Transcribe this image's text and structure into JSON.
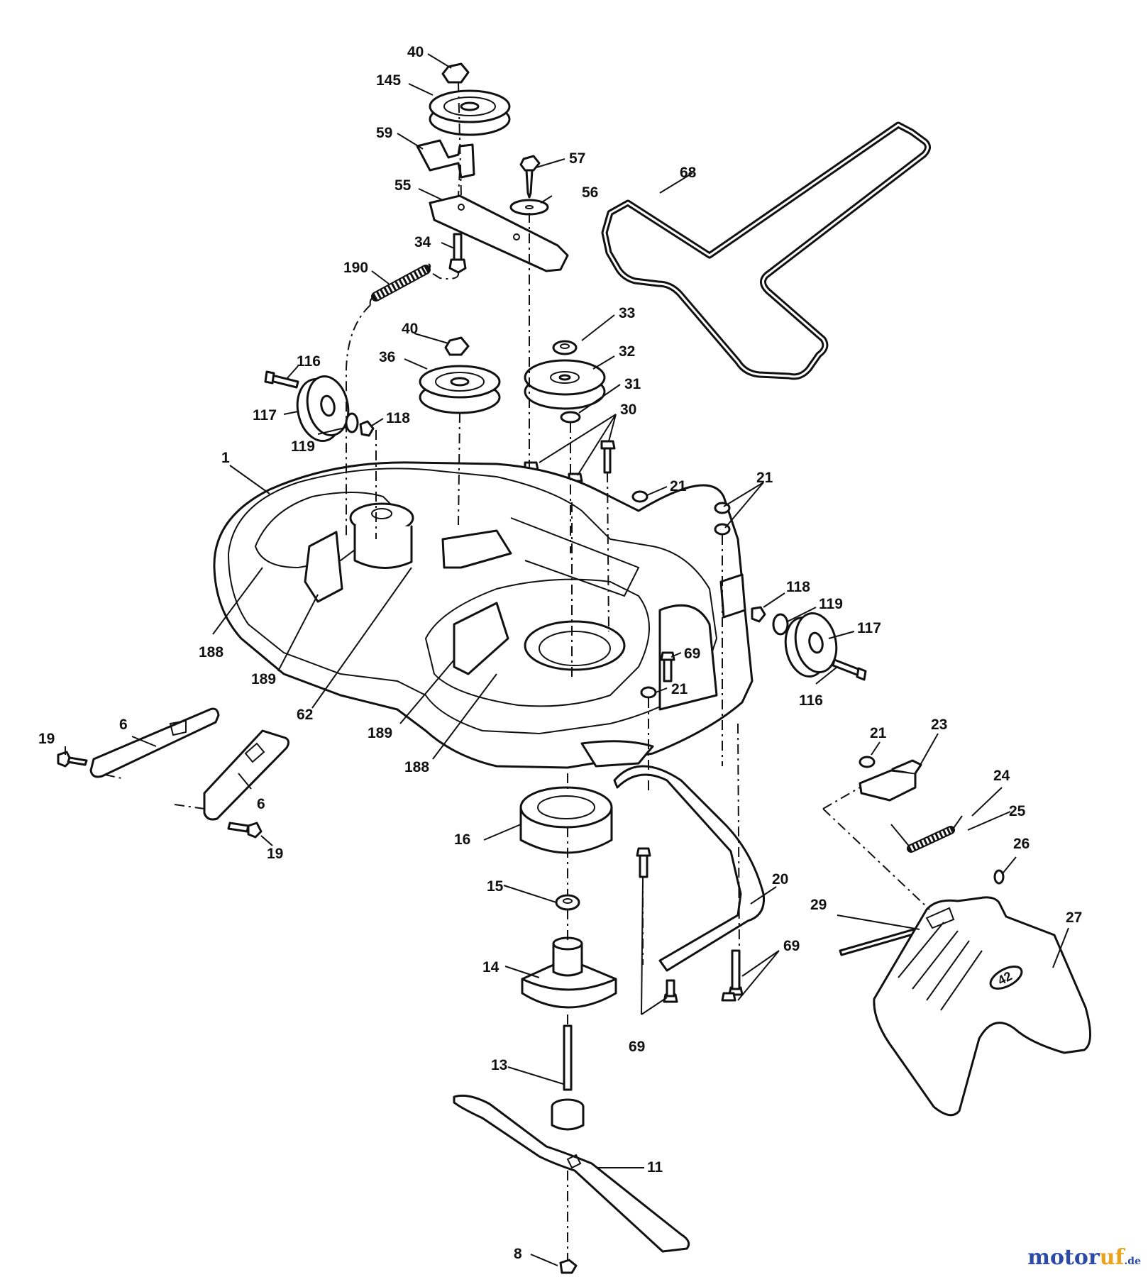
{
  "diagram": {
    "callouts": {
      "c40a": "40",
      "c145": "145",
      "c59": "59",
      "c57": "57",
      "c68": "68",
      "c55": "55",
      "c56": "56",
      "c34": "34",
      "c190": "190",
      "c33": "33",
      "c40b": "40",
      "c36": "36",
      "c32": "32",
      "c116a": "116",
      "c31": "31",
      "c117a": "117",
      "c118a": "118",
      "c30": "30",
      "c119a": "119",
      "c1": "1",
      "c21a": "21",
      "c21b": "21",
      "c118b": "118",
      "c119b": "119",
      "c117b": "117",
      "c188a": "188",
      "c69a": "69",
      "c189a": "189",
      "c21c": "21",
      "c116b": "116",
      "c62": "62",
      "c6a": "6",
      "c19a": "19",
      "c189b": "189",
      "c21d": "21",
      "c23": "23",
      "c188b": "188",
      "c24": "24",
      "c25": "25",
      "c6b": "6",
      "c19b": "19",
      "c16": "16",
      "c26": "26",
      "c20": "20",
      "c15": "15",
      "c29": "29",
      "c27": "27",
      "c69b": "69",
      "c14": "14",
      "c69c": "69",
      "c13": "13",
      "c11": "11",
      "c8": "8"
    },
    "chute_badge": "42"
  },
  "watermark": {
    "brand_main": "motor",
    "brand_accent": "uf",
    "brand_tld": ".de"
  }
}
